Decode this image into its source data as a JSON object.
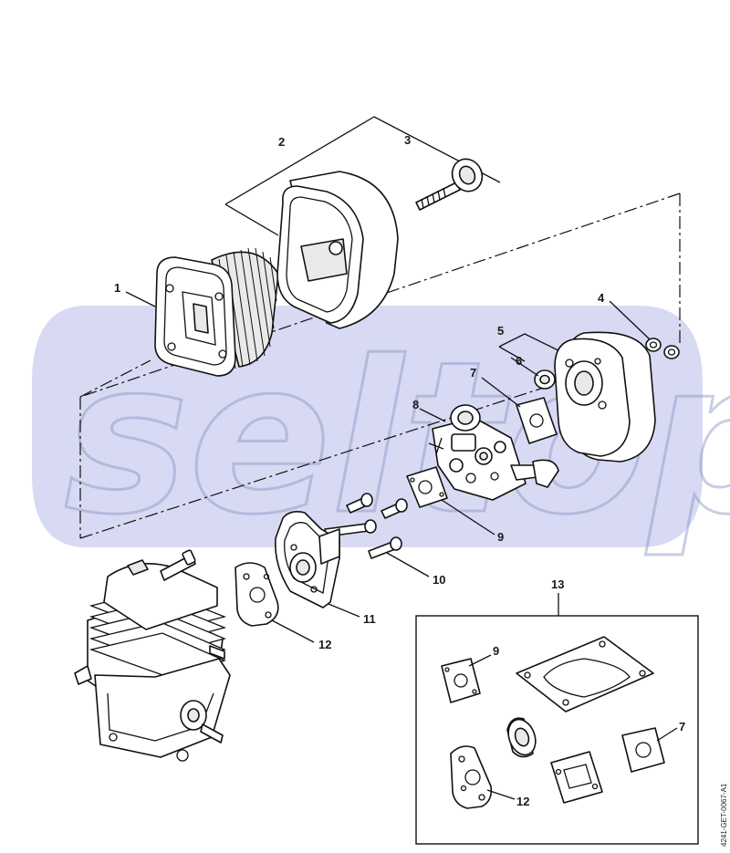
{
  "watermark": {
    "text": "seltop",
    "color": "#c9cdee"
  },
  "doc_id": "4241-GET-0067-A1",
  "callouts": [
    {
      "id": "c1",
      "text": "1"
    },
    {
      "id": "c2",
      "text": "2"
    },
    {
      "id": "c3",
      "text": "3"
    },
    {
      "id": "c4",
      "text": "4"
    },
    {
      "id": "c5",
      "text": "5"
    },
    {
      "id": "c6",
      "text": "6"
    },
    {
      "id": "c7",
      "text": "7"
    },
    {
      "id": "c8",
      "text": "8"
    },
    {
      "id": "c9",
      "text": "9"
    },
    {
      "id": "c10",
      "text": "10"
    },
    {
      "id": "c11",
      "text": "11"
    },
    {
      "id": "c12",
      "text": "12"
    },
    {
      "id": "c13",
      "text": "13"
    },
    {
      "id": "c9b",
      "text": "9"
    },
    {
      "id": "c7b",
      "text": "7"
    },
    {
      "id": "c12b",
      "text": "12"
    }
  ],
  "parts": [
    "air-filter",
    "filter-cover",
    "cover-screw",
    "nut",
    "filter-base",
    "sleeve",
    "gasket",
    "carburetor",
    "gasket",
    "screw",
    "flange",
    "gasket",
    "gasket-set",
    "engine-cylinder"
  ]
}
